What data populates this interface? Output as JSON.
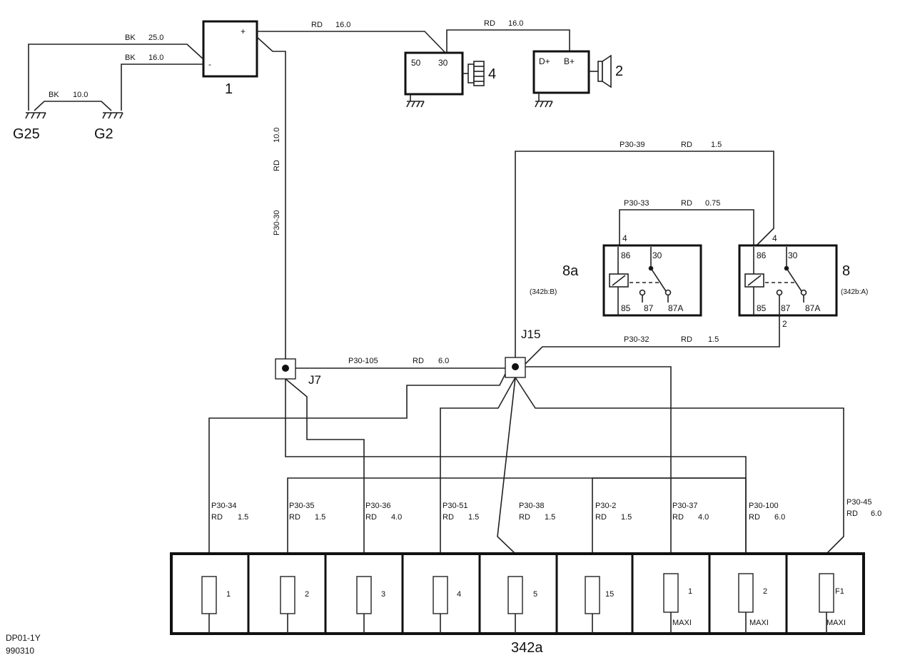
{
  "components": {
    "battery": {
      "ref": "1",
      "plus": "+",
      "minus": "-"
    },
    "starter": {
      "ref": "4",
      "pin_50": "50",
      "pin_30": "30"
    },
    "alternator": {
      "ref": "2",
      "pin_dplus": "D+",
      "pin_bplus": "B+"
    },
    "relay_8a": {
      "ref": "8a",
      "location": "(342b:B)",
      "pin_86": "86",
      "pin_30": "30",
      "pin_85": "85",
      "pin_87": "87",
      "pin_87a": "87A",
      "conn_86": "4"
    },
    "relay_8": {
      "ref": "8",
      "location": "(342b:A)",
      "pin_86": "86",
      "pin_30": "30",
      "pin_85": "85",
      "pin_87": "87",
      "pin_87a": "87A",
      "conn_86": "4",
      "conn_87": "2"
    },
    "grounds": {
      "g25": "G25",
      "g2": "G2"
    },
    "junctions": {
      "j7": "J7",
      "j15": "J15"
    },
    "fuse_box": {
      "ref": "342a",
      "fuses": [
        {
          "label": "1",
          "type": ""
        },
        {
          "label": "2",
          "type": ""
        },
        {
          "label": "3",
          "type": ""
        },
        {
          "label": "4",
          "type": ""
        },
        {
          "label": "5",
          "type": ""
        },
        {
          "label": "15",
          "type": ""
        },
        {
          "label": "1",
          "type": "MAXI"
        },
        {
          "label": "2",
          "type": "MAXI"
        },
        {
          "label": "F1",
          "type": "MAXI"
        }
      ]
    }
  },
  "wires": {
    "bk_25": {
      "color": "BK",
      "size": "25.0"
    },
    "bk_16": {
      "color": "BK",
      "size": "16.0"
    },
    "bk_10": {
      "color": "BK",
      "size": "10.0"
    },
    "rd_16_a": {
      "color": "RD",
      "size": "16.0"
    },
    "rd_16_b": {
      "color": "RD",
      "size": "16.0"
    },
    "p30_30": {
      "circuit": "P30-30",
      "color": "RD",
      "size": "10.0"
    },
    "p30_39": {
      "circuit": "P30-39",
      "color": "RD",
      "size": "1.5"
    },
    "p30_33": {
      "circuit": "P30-33",
      "color": "RD",
      "size": "0.75"
    },
    "p30_32": {
      "circuit": "P30-32",
      "color": "RD",
      "size": "1.5"
    },
    "p30_105": {
      "circuit": "P30-105",
      "color": "RD",
      "size": "6.0"
    },
    "fuse_feeds": [
      {
        "circuit": "P30-34",
        "color": "RD",
        "size": "1.5"
      },
      {
        "circuit": "P30-35",
        "color": "RD",
        "size": "1.5"
      },
      {
        "circuit": "P30-36",
        "color": "RD",
        "size": "4.0"
      },
      {
        "circuit": "P30-51",
        "color": "RD",
        "size": "1.5"
      },
      {
        "circuit": "P30-38",
        "color": "RD",
        "size": "1.5"
      },
      {
        "circuit": "P30-2",
        "color": "RD",
        "size": "1.5"
      },
      {
        "circuit": "P30-37",
        "color": "RD",
        "size": "4.0"
      },
      {
        "circuit": "P30-100",
        "color": "RD",
        "size": "6.0"
      },
      {
        "circuit": "P30-45",
        "color": "RD",
        "size": "6.0"
      }
    ]
  },
  "footer": {
    "doc_id": "DP01-1Y",
    "date": "990310"
  }
}
